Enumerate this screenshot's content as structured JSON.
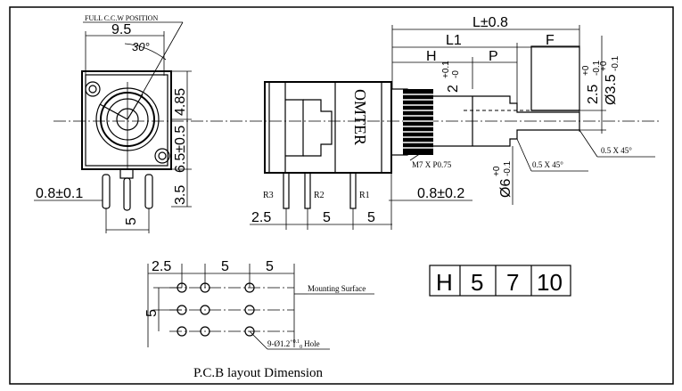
{
  "front_view": {
    "callout": "FULL C.C.W POSITION",
    "width_dim": "9.5",
    "angle": "30°",
    "dim_upper": "4.85",
    "dim_middle": "6.5±0.5",
    "dim_lower": "3.5",
    "pin_width": "0.8±0.1",
    "pin_pitch": "5"
  },
  "side_view": {
    "length_total": "L±0.8",
    "length_l1": "L1",
    "length_h": "H",
    "length_p": "P",
    "length_f": "F",
    "body_text": "OMTER",
    "thread": "M7 X P0.75",
    "chamfer_1": "0.5 X 45°",
    "chamfer_2": "0.5 X 45°",
    "shaft_dia": "Ø6",
    "shaft_dia_tol_upper": "+0",
    "shaft_dia_tol_lower": "-0.1",
    "flat_depth": "2.5",
    "flat_tol_upper": "+0",
    "flat_tol_lower": "-0.1",
    "flat_dia": "Ø3.5",
    "flat_dia_tol_upper": "+0",
    "flat_dia_tol_lower": "-0.1",
    "shoulder": "2",
    "shoulder_tol_upper": "+0.1",
    "shoulder_tol_lower": "-0",
    "pin_width": "0.8±0.2",
    "pin_labels": [
      "R3",
      "R2",
      "R1"
    ],
    "dim_edge": "2.5",
    "dim_pitch_1": "5",
    "dim_pitch_2": "5"
  },
  "pcb_layout": {
    "dim_1": "2.5",
    "dim_2": "5",
    "dim_3": "5",
    "dim_vertical": "5",
    "mounting_label": "Mounting Surface",
    "hole_label": "9-Ø1.2",
    "hole_tol": "+0.1",
    "hole_tol_lower": "0",
    "hole_suffix": "Hole",
    "caption": "P.C.B layout Dimension"
  },
  "size_table": {
    "cells": [
      "H",
      "5",
      "7",
      "10"
    ]
  }
}
